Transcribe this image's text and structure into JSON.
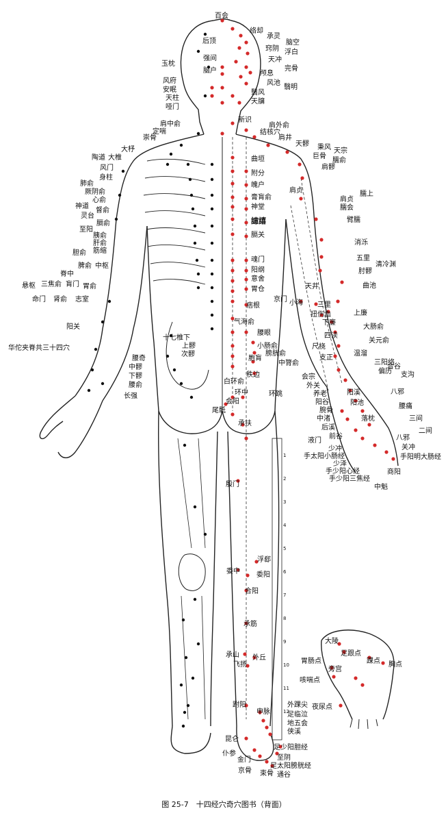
{
  "caption": "图 25-7　十四经穴奇穴图书（背面）",
  "colors": {
    "point": "#d42a2a",
    "outline": "#222222",
    "dot": "#111111"
  },
  "labels": {
    "baihui": "百会",
    "houding": "后顶",
    "luoque": "络却",
    "chengling": "承灵",
    "qiangjian": "强间",
    "naokong": "脑空",
    "qiaoyin": "窍阴",
    "fubai": "浮白",
    "yuzhen": "玉枕",
    "naohu": "脑户",
    "tianchong": "天冲",
    "wangu": "完骨",
    "fengfu": "风府",
    "luxi": "颅息",
    "fengchi": "风池",
    "yiming": "翳明",
    "anmian": "安眠",
    "tianzhu": "天柱",
    "yifeng": "翳风",
    "yamen": "哑门",
    "tianyou": "天牖",
    "jianzhongshu": "肩中俞",
    "xinshi": "新识",
    "jianwaishu": "肩外俞",
    "dingchuan": "定喘",
    "chonggu": "崇骨",
    "jiehexue": "结核穴",
    "jianjing": "肩井",
    "tianliao": "天髎",
    "bingfeng": "秉风",
    "tianzong": "天宗",
    "dazhu": "大杼",
    "jugu": "巨骨",
    "naoshu": "臑俞",
    "taodao": "陶道",
    "dazhui": "大椎",
    "quyuan": "曲垣",
    "jianliao": "肩髎",
    "fengmen": "风门",
    "shenzhu": "身柱",
    "fufen": "附分",
    "feishu": "肺俞",
    "pohu": "魄户",
    "jianzhen": "肩贞",
    "jueyinshu": "厥阴俞",
    "gaohuangshu": "膏肓俞",
    "naoshang": "臑上",
    "xinshu": "心俞",
    "shentang": "神堂",
    "jianzhen2": "肩贞",
    "shendao": "神道",
    "dushu": "督俞",
    "naohui": "臑会",
    "lingtai": "灵台",
    "geshu": "膈俞",
    "yixi": "譩譆",
    "binao": "臂臑",
    "zhiyang": "至阳",
    "yishu": "胰俞",
    "geguan": "膈关",
    "ganshu": "肝俞",
    "xiaoluo": "消泺",
    "jinsuo": "筋缩",
    "danshu": "胆俞",
    "wuli": "五里",
    "pishu": "脾俞",
    "zhongshu": "中枢",
    "hunmen": "魂门",
    "qinglengyuan": "清冷渊",
    "jizhong": "脊中",
    "yanggang": "阳纲",
    "zhouliao": "肘髎",
    "xuanshu": "悬枢",
    "sanjiaoshu": "三焦俞",
    "huangmen": "肓门",
    "weishu": "胃俞",
    "yishe": "意舍",
    "tianjing": "天井",
    "quchi": "曲池",
    "mingmen": "命门",
    "shenshu": "肾俞",
    "zhishi": "志室",
    "weicang": "胃仓",
    "jingmen": "京门",
    "xiaohai": "小海",
    "pigen": "痞根",
    "sanli": "三里",
    "shanglian": "上廉",
    "niushangxue": "扭伤血",
    "xialian": "下廉",
    "yangguan": "阳关",
    "qihaishu": "气海俞",
    "dachangshu": "大肠俞",
    "yaoyan": "腰眼",
    "sidu": "四渎",
    "guanyuanshu": "关元俞",
    "huatuo": "华佗夹脊共三十四穴",
    "shiqizhuixia": "十七椎下",
    "chize": "尺桡",
    "xiaochangshu": "小肠俞",
    "zhizheng": "支正",
    "wenliu": "温溜",
    "shangliao": "上髎",
    "pangguangshu": "膀胱俞",
    "sanyangluo": "三阳络",
    "ciliao": "次髎",
    "yaoqi": "腰奇",
    "baohuang": "胞肓",
    "pianli": "偏历",
    "zhongliao": "中髎",
    "zhonglushu": "中膂俞",
    "huizong": "会宗",
    "hegu": "合谷",
    "xialiao": "下髎",
    "zhibian": "秩边",
    "zhigou": "支沟",
    "yaoshu": "腰俞",
    "baihuanshu": "白环俞",
    "waiguan": "外关",
    "yangxi": "阳溪",
    "changqiang": "长强",
    "huantiao": "环跳",
    "huanzhong": "环中",
    "yanglao": "养老",
    "baxie": "八邪",
    "huiyang": "会阳",
    "yanggu": "阳谷",
    "yangchi": "阳池",
    "yaotong": "腰痛",
    "weiyang": "尾骶",
    "wangu2": "腕骨",
    "luozhen": "落枕",
    "sanjian": "三间",
    "zhongzhu": "中渚",
    "chengfu": "承扶",
    "houxi": "后溪",
    "erjian": "二间",
    "qiangu": "前谷",
    "baxie2": "八邪",
    "yemen": "液门",
    "shaochong": "少冲",
    "guanchong": "关冲",
    "shouzeyang": "手太阳小肠经",
    "shaoze": "少泽",
    "shangyang": "商阳",
    "shouyangming": "手阳明大肠经",
    "shoushaoyang": "手少阳心经",
    "shoushaoyangsj": "手少阳三焦经",
    "zhongkui": "中魁",
    "yinmen": "殷门",
    "fuxi": "浮郄",
    "weizhong": "委中",
    "weiyang2": "委阳",
    "heyang": "合阳",
    "chengjin": "承筋",
    "dalin": "大陵",
    "zugen": "足跟点",
    "weichang": "胃肠点",
    "huaidian": "踝点",
    "chengshan": "承山",
    "waiqiu": "外丘",
    "feiyang": "飞扬",
    "xiongdian": "胸点",
    "banggong": "旁宫",
    "kechuan": "咳喘点",
    "fuyang": "跗阳",
    "waihuaijian": "外踝尖",
    "yeniao": "夜尿点",
    "shenmai": "申脉",
    "zulinqi": "足临泣",
    "diwuhui": "地五会",
    "xiaxi": "侠溪",
    "kunlun": "昆仑",
    "zushaoyang": "足少阳胆经",
    "pucan": "仆参",
    "zhiyin": "至阴",
    "jinmen": "金门",
    "zutaiyang": "足太阳膀胱经",
    "jinggu": "京骨",
    "shugu": "束骨",
    "tonggu": "通谷"
  },
  "ruler_ticks": [
    "1",
    "2",
    "3",
    "4",
    "5",
    "6",
    "7",
    "8",
    "9",
    "10",
    "11",
    "12"
  ]
}
